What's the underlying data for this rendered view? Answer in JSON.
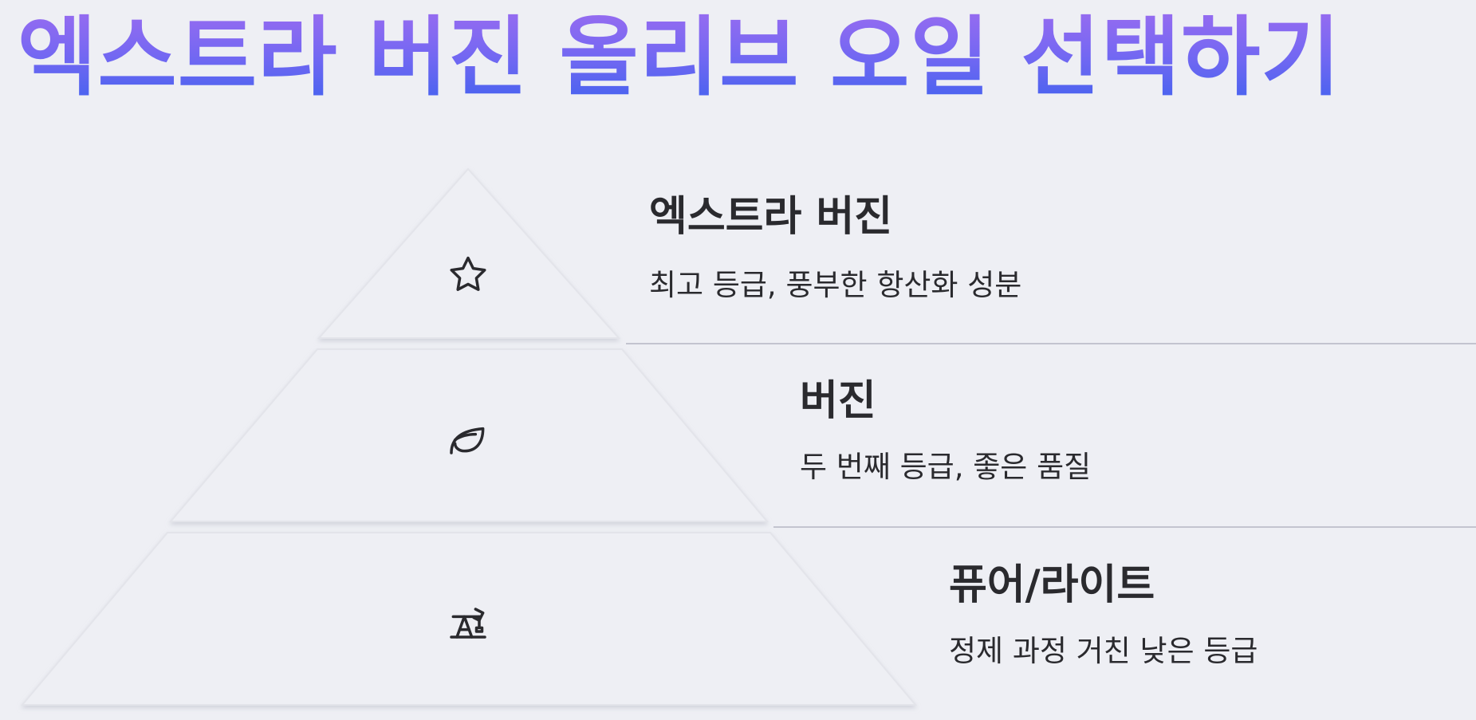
{
  "title": "엑스트라 버진 올리브 오일 선택하기",
  "tiers": [
    {
      "icon": "star-icon",
      "title": "엑스트라 버진",
      "desc": "최고 등급, 풍부한 항산화 성분"
    },
    {
      "icon": "leaf-icon",
      "title": "버진",
      "desc": "두 번째 등급, 좋은 품질"
    },
    {
      "icon": "oil-pump-icon",
      "title": "퓨어/라이트",
      "desc": "정제 과정 거친 낮은 등급"
    }
  ],
  "colors": {
    "background": "#eeeff4",
    "title_gradient_top": "#9a6cf0",
    "title_gradient_bottom": "#3f62ef",
    "text": "#2a2a2e",
    "divider": "#c3c4cf"
  }
}
